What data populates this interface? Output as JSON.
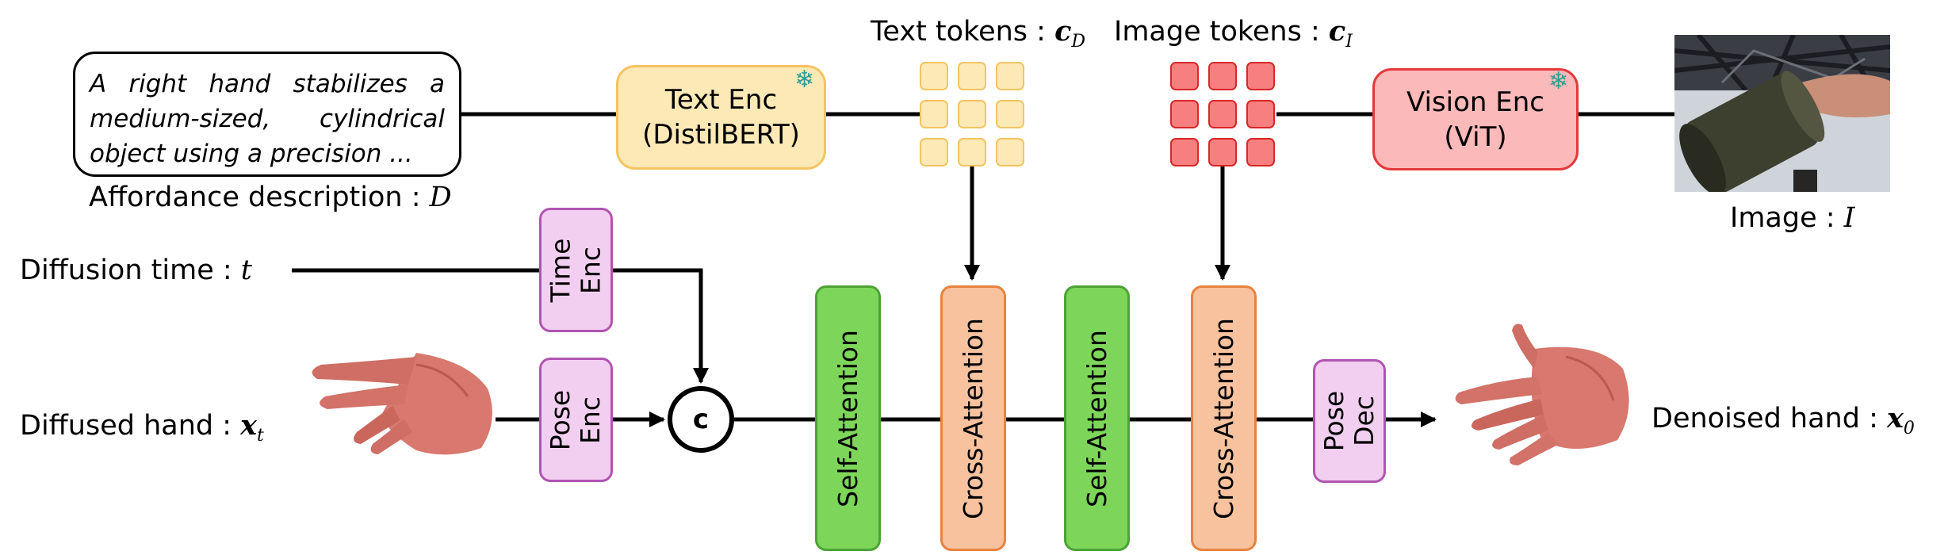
{
  "affordance_text": {
    "line1": "A right hand stabilizes a",
    "line2": "medium-sized, cylindrical",
    "line3": "object using a precision ..."
  },
  "affordance_label": {
    "text": "Affordance description : ",
    "var": "D"
  },
  "text_encoder": {
    "line1": "Text Enc",
    "line2": "(DistilBERT)",
    "frozen_icon": "snowflake-icon"
  },
  "vision_encoder": {
    "line1": "Vision Enc",
    "line2": "(ViT)",
    "frozen_icon": "snowflake-icon"
  },
  "text_tokens_label": {
    "text": "Text tokens : ",
    "var": "c",
    "sub": "D"
  },
  "image_tokens_label": {
    "text": "Image tokens : ",
    "var": "c",
    "sub": "I"
  },
  "image_label": {
    "text": "Image : ",
    "var": "I"
  },
  "diffusion_time_label": {
    "text": "Diffusion time : ",
    "var": "t"
  },
  "diffused_hand_label": {
    "text": "Diffused hand : ",
    "var": "x",
    "sub": "t"
  },
  "denoised_hand_label": {
    "text": "Denoised hand : ",
    "var": "x",
    "sub": "0"
  },
  "time_enc": {
    "line1": "Time",
    "line2": "Enc"
  },
  "pose_enc": {
    "line1": "Pose",
    "line2": "Enc"
  },
  "pose_dec": {
    "line1": "Pose",
    "line2": "Dec"
  },
  "concat_symbol": "c",
  "blocks": [
    "Self-Attention",
    "Cross-Attention",
    "Self-Attention",
    "Cross-Attention"
  ],
  "colors": {
    "text_enc": "#fde9b6",
    "vision_enc": "#fbb9b9",
    "pink": "#f2cff0",
    "self_attention": "#7dd65a",
    "cross_attention": "#f8c29f",
    "hand": "#d9786e"
  }
}
